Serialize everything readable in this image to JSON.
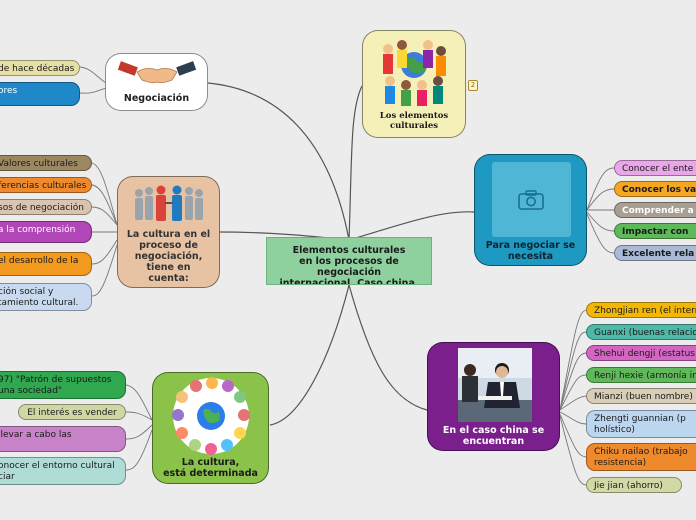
{
  "center": {
    "title": "Elementos culturales\nen los procesos de negociación\ninternacional. Caso china."
  },
  "negociacion": {
    "label": "Negociación",
    "children": [
      "de hace décadas",
      "ores"
    ]
  },
  "cultura_negociacion": {
    "label": "La cultura en el proceso de negociación, tiene en cuenta:",
    "children": [
      "Valores culturales",
      "ferencias culturales",
      "sos de negociación",
      "a la comprensión",
      "el desarrollo de la",
      "ción social y\ntamiento cultural."
    ]
  },
  "cultura_determinada": {
    "label": "La cultura,\nestá determinada",
    "children": [
      "97) \"Patrón de supuestos\nuna sociedad\"",
      "El interés es vender",
      "llevar a cabo las",
      "onocer el entorno cultural\nciar"
    ]
  },
  "elementos_culturales": {
    "label": "Los elementos culturales",
    "badge": "2"
  },
  "para_negociar": {
    "label": "Para negociar se necesita",
    "children": [
      "Conocer el ente",
      "Conocer los val",
      "Comprender a",
      "Impactar con",
      "Excelente rela"
    ]
  },
  "caso_china": {
    "label": "En el caso china se encuentran",
    "children": [
      "Zhongjian ren (el interm",
      "Guanxi (buenas relacio",
      "Shehui dengji (estatus",
      "Renji hexie (armonía in",
      "Mianzi (buen nombre)",
      "Zhengti guannian (p\nholístico)",
      "Chiku nailao (trabajo\nresistencia)",
      "Jie jian (ahorro)"
    ]
  },
  "colors": {
    "center": "#8fd19e",
    "negociacion": "#ffffff",
    "cultura_negociacion": "#e8c3a3",
    "cultura_determinada": "#8bc34a",
    "elementos_culturales": "#f5f0b8",
    "para_negociar": "#1e9ac2",
    "caso_china": "#7a1f8c"
  },
  "icons": {
    "negociacion": "handshake-icon",
    "cultura_negociacion": "people-handshake-icon",
    "para_negociar": "camera-icon",
    "elementos_culturales": "children-globe-icon",
    "cultura_determinada": "faces-globe-icon",
    "caso_china": "business-meeting-photo"
  }
}
